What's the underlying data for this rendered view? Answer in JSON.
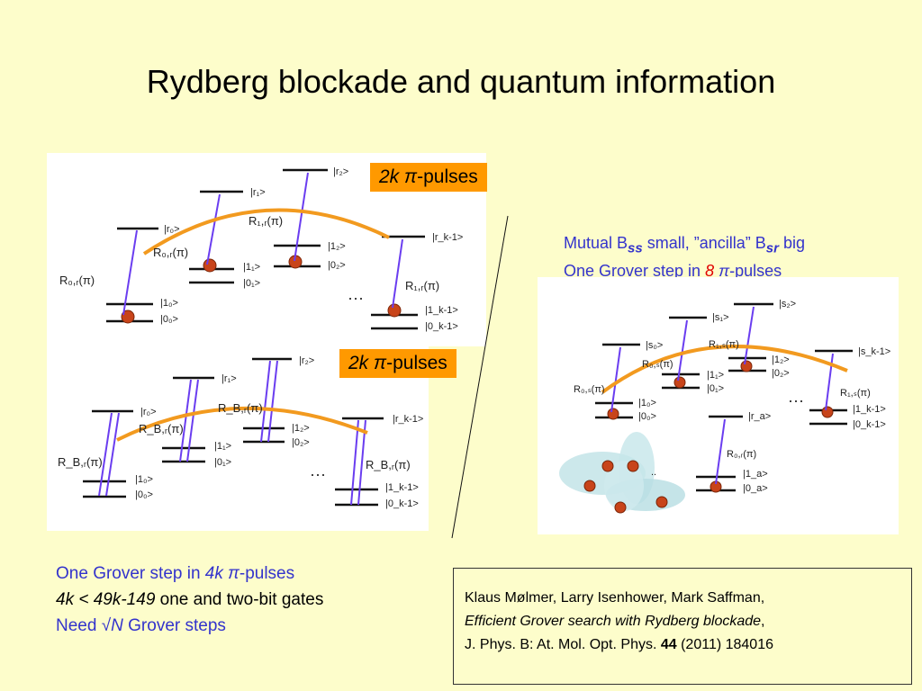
{
  "slide": {
    "title": "Rydberg blockade and quantum information"
  },
  "badges": {
    "top": {
      "italic": "2k π",
      "rest": "-pulses"
    },
    "middle": {
      "italic": "2k π",
      "rest": "-pulses"
    }
  },
  "mutual_note": {
    "line1_a": "Mutual B",
    "line1_sub1": "ss",
    "line1_b": " small, ”ancilla” B",
    "line1_sub2": "sr",
    "line1_c": " big",
    "line2_a": "One Grover step in ",
    "line2_num": "8",
    "line2_b": " π",
    "line2_c": "-pulses"
  },
  "bottom_note": {
    "line1_a": "One Grover step in ",
    "line1_italic": "4k π",
    "line1_b": "-pulses",
    "line2_italic": "4k < 49k-149",
    "line2_b": " one and two-bit gates",
    "line3_a": "Need √",
    "line3_italic": "N",
    "line3_b": " Grover steps"
  },
  "reference": {
    "authors": "Klaus Mølmer, Larry Isenhower, Mark Saffman,",
    "paper_title": "Efficient Grover search with Rydberg blockade",
    "title_suffix": ",",
    "journal": "J. Phys. B: At. Mol. Opt. Phys. ",
    "volume": "44",
    "year_pages": " (2011) 184016"
  },
  "diagram_top": {
    "labels": {
      "r2": "|r₂>",
      "r1": "|r₁>",
      "r0": "|r₀>",
      "rk1": "|r_k-1>",
      "one2": "|1₂>",
      "zero2": "|0₂>",
      "one1": "|1₁>",
      "zero1": "|0₁>",
      "one0": "|1₀>",
      "zero0": "|0₀>",
      "onek": "|1_k-1>",
      "zerok": "|0_k-1>",
      "R0r_a": "R₀,ᵣ(π)",
      "R0r_b": "R₀,ᵣ(π)",
      "R1r_a": "R₁,ᵣ(π)",
      "R1r_b": "R₁,ᵣ(π)",
      "dots": "···"
    }
  },
  "diagram_mid": {
    "labels": {
      "r2": "|r₂>",
      "r1": "|r₁>",
      "r0": "|r₀>",
      "rk1": "|r_k-1>",
      "one2": "|1₂>",
      "zero2": "|0₂>",
      "one1": "|1₁>",
      "zero1": "|0₁>",
      "one0": "|1₀>",
      "zero0": "|0₀>",
      "onek": "|1_k-1>",
      "zerok": "|0_k-1>",
      "RBr_a": "R_B,ᵣ(π)",
      "RBr_b": "R_B,ᵣ(π)",
      "RBr_c": "R_B,ᵣ(π)",
      "RBr_d": "R_B,ᵣ(π)",
      "dots": "···"
    }
  },
  "diagram_right": {
    "labels": {
      "s2": "|s₂>",
      "s1": "|s₁>",
      "s0": "|s₀>",
      "sk1": "|s_k-1>",
      "one2": "|1₂>",
      "zero2": "|0₂>",
      "one1": "|1₁>",
      "zero1": "|0₁>",
      "one0": "|1₀>",
      "zero0": "|0₀>",
      "onek": "|1_k-1>",
      "zerok": "|0_k-1>",
      "ra": "|r_a>",
      "onea": "|1_a>",
      "zeroa": "|0_a>",
      "R0s": "R₀,ₛ(π)",
      "R0s_b": "R₀,ₛ(π)",
      "R1s": "R₁,ₛ(π)",
      "R1s_b": "R₁,ₛ(π)",
      "R0r": "R₀,ᵣ(π)",
      "dots": "···"
    }
  }
}
